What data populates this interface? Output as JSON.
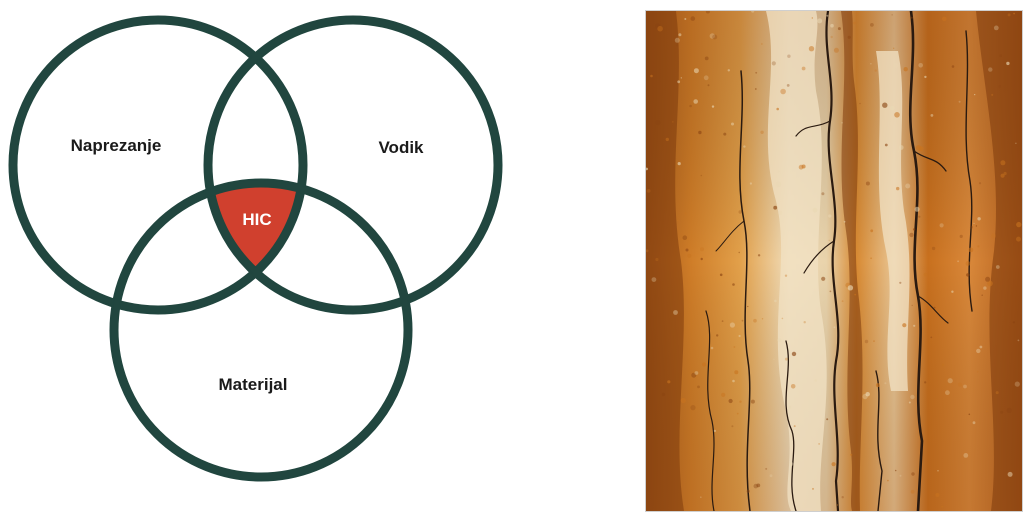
{
  "diagram": {
    "circles": [
      {
        "id": "stress",
        "label": "Naprezanje"
      },
      {
        "id": "hydrogen",
        "label": "Vodik"
      },
      {
        "id": "material",
        "label": "Materijal"
      }
    ],
    "intersection": {
      "label": "HIC",
      "color": "#d0402e"
    },
    "ring_color": "#21463f"
  },
  "photo": {
    "subject": "corroded-cracked-steel-surface",
    "colors": {
      "rust": "#c8731f",
      "pale": "#ead8b4",
      "dark_rust": "#8a4412"
    }
  }
}
